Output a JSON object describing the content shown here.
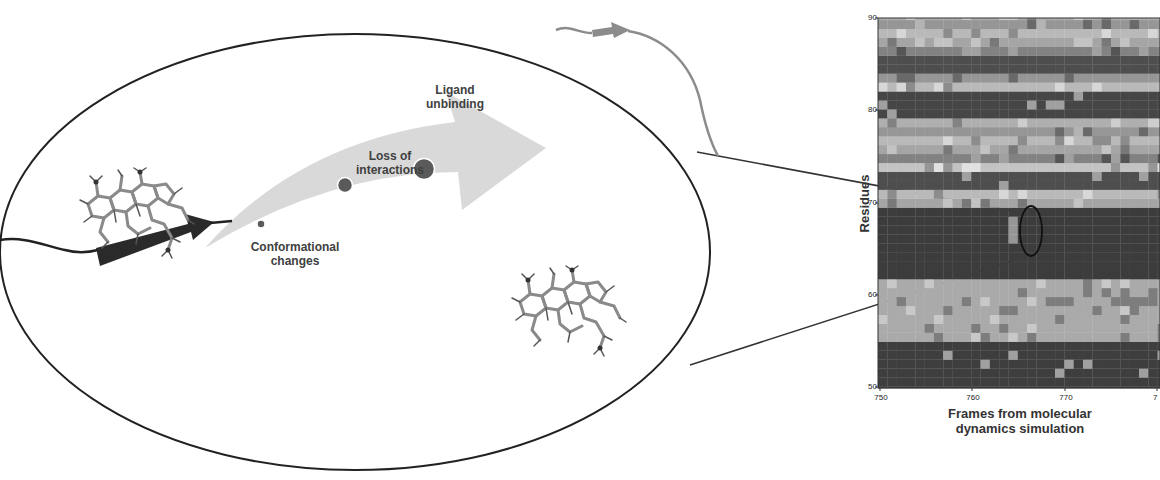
{
  "diagram": {
    "labels": [
      "Conformational changes",
      "Loss of interactions",
      "Ligand unbinding",
      "Residues",
      "Frames from molecular dynamics simulation",
      "90",
      "80",
      "70",
      "60",
      "50",
      "750",
      "760",
      "770",
      "7"
    ]
  }
}
